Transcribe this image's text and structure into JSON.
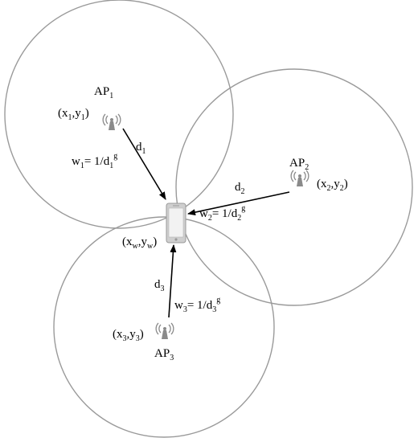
{
  "access_points": [
    {
      "id": "AP1",
      "label_main": "AP",
      "label_sub": "1",
      "coord_x": "x",
      "coord_x_sub": "1",
      "coord_y": "y",
      "coord_y_sub": "1"
    },
    {
      "id": "AP2",
      "label_main": "AP",
      "label_sub": "2",
      "coord_x": "x",
      "coord_x_sub": "2",
      "coord_y": "y",
      "coord_y_sub": "2"
    },
    {
      "id": "AP3",
      "label_main": "AP",
      "label_sub": "3",
      "coord_x": "x",
      "coord_x_sub": "3",
      "coord_y": "y",
      "coord_y_sub": "3"
    }
  ],
  "device": {
    "coord_x": "x",
    "coord_x_sub": "w",
    "coord_y": "y",
    "coord_y_sub": "w"
  },
  "links": [
    {
      "d": "d",
      "d_sub": "1",
      "w": "w",
      "w_sub": "1",
      "eq": "= 1/d",
      "den_sub": "1",
      "exp": "g"
    },
    {
      "d": "d",
      "d_sub": "2",
      "w": "w",
      "w_sub": "2",
      "eq": "= 1/d",
      "den_sub": "2",
      "exp": "g"
    },
    {
      "d": "d",
      "d_sub": "3",
      "w": "w",
      "w_sub": "3",
      "eq": "= 1/d",
      "den_sub": "3",
      "exp": "g"
    }
  ],
  "colors": {
    "circle": "#9a9a9a",
    "antenna": "#8a8a8a",
    "phone": "#c8c8c8"
  }
}
